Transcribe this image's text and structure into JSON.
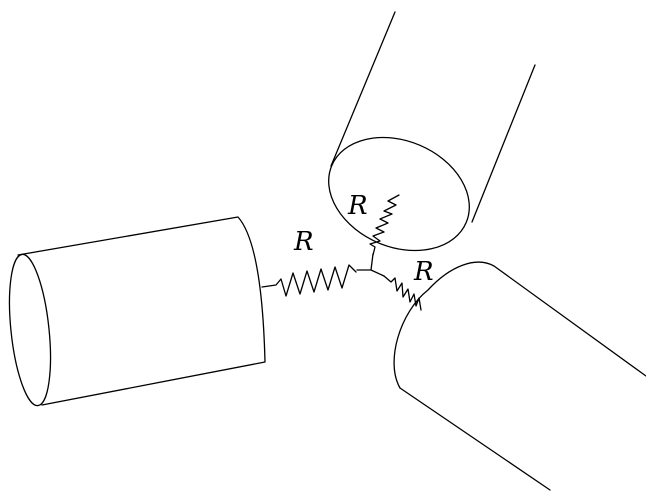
{
  "diagram": {
    "resistors": [
      {
        "id": "left",
        "label": "R"
      },
      {
        "id": "top",
        "label": "R"
      },
      {
        "id": "right",
        "label": "R"
      }
    ],
    "cylinders": [
      {
        "id": "left"
      },
      {
        "id": "top"
      },
      {
        "id": "right"
      }
    ],
    "colors": {
      "stroke": "#000000",
      "background": "#ffffff"
    }
  }
}
